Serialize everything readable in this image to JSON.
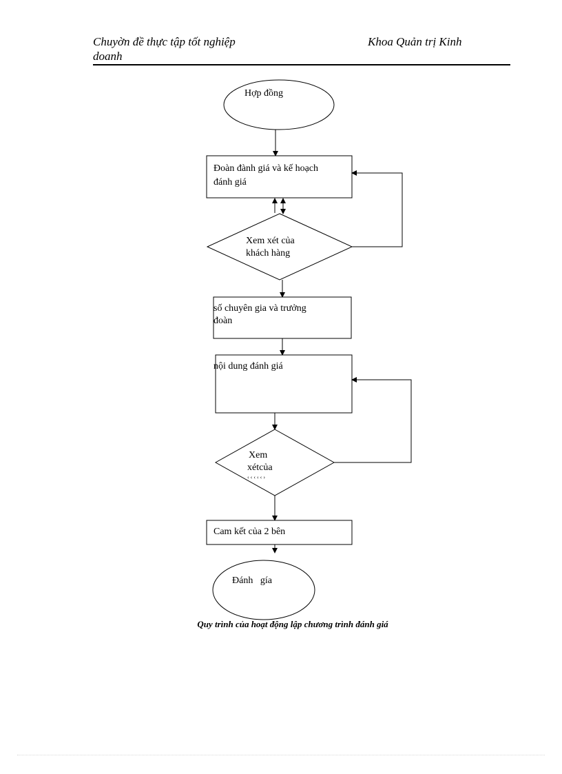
{
  "header": {
    "left_line1": "Chuyờn đề thực tập tốt nghiệp",
    "left_line2": "doanh",
    "right": "Khoa Quản trị Kinh"
  },
  "flowchart": {
    "start": "Hợp đồng",
    "step1_line1": "Đoàn đành giá và kế hoạch",
    "step1_line2": "đánh giá",
    "decision1_line1": "Xem xét của",
    "decision1_line2": "khách hàng",
    "step2_line1": "số chuyên gia và trưởng",
    "step2_line2": "đoàn",
    "step3": "nội dung đánh giá",
    "decision2_line1": "Xem",
    "decision2_line2": "xétcủa",
    "decision2_line3": "‹ ‹ ‹ ‹ ‹ ›",
    "step4": "Cam kết của 2 bên",
    "end": "Đánh   gía"
  },
  "caption": "Quy trình của hoạt động lập chương trình đánh giá"
}
